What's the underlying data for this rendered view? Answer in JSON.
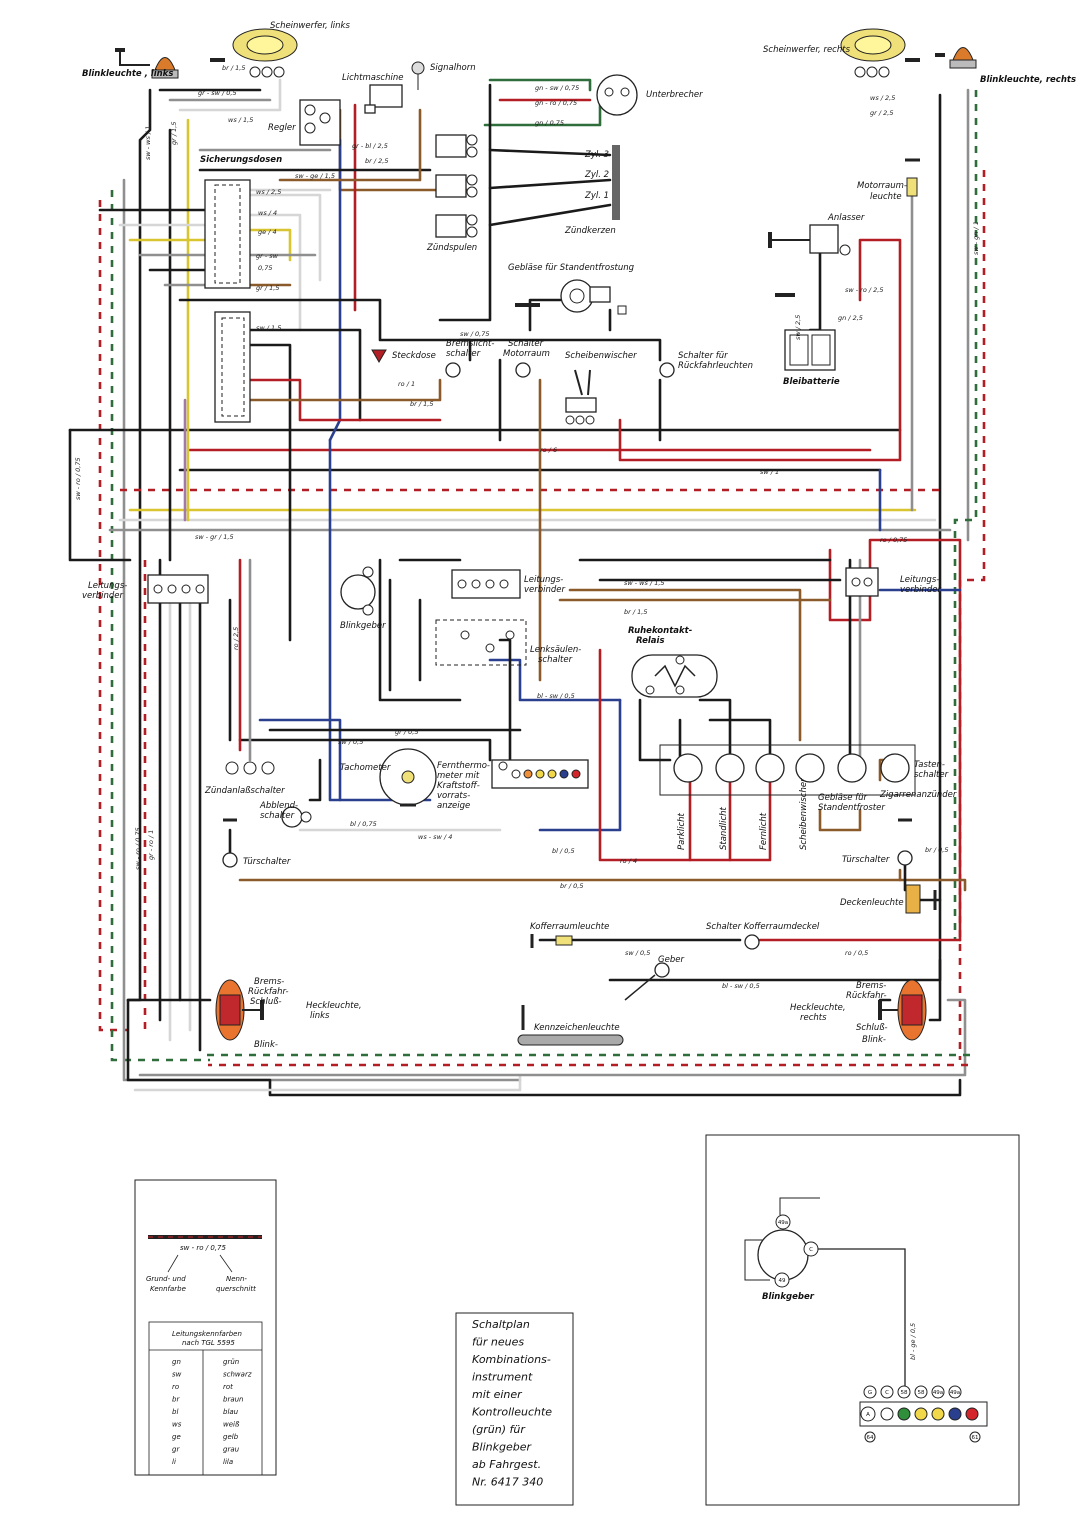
{
  "components": {
    "blinkleuchte_links": "Blinkleuchte , links",
    "scheinwerfer_links": "Scheinwerfer, links",
    "lichtmaschine": "Lichtmaschine",
    "signalhorn": "Signalhorn",
    "regler": "Regler",
    "unterbrecher": "Unterbrecher",
    "scheinwerfer_rechts": "Scheinwerfer, rechts",
    "blinkleuchte_rechts": "Blinkleuchte, rechts",
    "sicherungsdosen": "Sicherungsdosen",
    "zyl3": "Zyl. 3",
    "zyl2": "Zyl. 2",
    "zyl1": "Zyl. 1",
    "zuendkerzen": "Zündkerzen",
    "zuendspulen": "Zündspulen",
    "motorraumleuchte": "Motorraum-\nleuchte",
    "anlasser": "Anlasser",
    "geblaese_standentfrostung": "Gebläse für Standentfrostung",
    "bleibatterie": "Bleibatterie",
    "steckdose": "Steckdose",
    "bremslichtschalter": "Bremslicht-\nschalter",
    "schalter_motorraum": "Schalter\nMotorraum",
    "scheibenwischer": "Scheibenwischer",
    "schalter_rueckfahrleuchten": "Schalter für\nRückfahrleuchten",
    "leitungsverbinder": "Leitungs-\nverbinder",
    "blinkgeber": "Blinkgeber",
    "lenksaeulenschalter": "Lenksäulen-\nschalter",
    "ruhekontakt_relais": "Ruhekontakt-\nRelais",
    "tastenschalter": "Tasten-\nschalter",
    "zuendanlassschalter": "Zündanlaßschalter",
    "tachometer": "Tachometer",
    "fernthermometer": "Fernthermo-\nmeter mit\nKraftstoff-\nvorrats-\nanzeige",
    "parklicht": "Parklicht",
    "standlicht": "Standlicht",
    "fernlicht": "Fernlicht",
    "scheibenwischer_schalter": "Scheibenwischer",
    "geblaese_standentfroster": "Gebläse für\nStandentfroster",
    "zigarrenanzuender": "Zigarrenanzünder",
    "abblendschalter": "Abblend-\nschalter",
    "tuerschalter_links": "Türschalter",
    "tuerschalter_rechts": "Türschalter",
    "deckenleuchte": "Deckenleuchte",
    "kofferraumleuchte": "Kofferraumleuchte",
    "schalter_kofferraumdeckel": "Schalter  Kofferraumdeckel",
    "geber": "Geber",
    "heckleuchte_links": "Heckleuchte,\nlinks",
    "heckleuchte_links_parts": "Brems-\nRückfahr-\nSchluß-",
    "heckleuchte_links_blink": "Blink-",
    "heckleuchte_rechts": "Heckleuchte,\nrechts",
    "heckleuchte_rechts_parts": "Brems-\nRückfahr-\nSchluß-\nBlink-",
    "kennzeichenleuchte": "Kennzeichenleuchte"
  },
  "wire_labels": {
    "w1": "br / 1,5",
    "w2": "gr - sw / 0,5",
    "w3": "ws / 1,5",
    "w4": "sw - ws / 1",
    "w5": "gr / 1,5",
    "w6": "gn - sw / 0,75",
    "w7": "gn - ro / 0,75",
    "w8": "gn / 0,75",
    "w9": "gr - bl / 2,5",
    "w10": "br / 2,5",
    "w11": "sw - ge / 1,5",
    "w12": "ws / 2,5",
    "w13": "ws / 4",
    "w14": "ge / 4",
    "w15": "gr - sw",
    "w16": "0,75",
    "w17": "gr / 1,5",
    "w18": "sw / 1,5",
    "w19": "sw / 0,75",
    "w20": "ro / 1",
    "w21": "br / 1,5",
    "w22": "ro / 6",
    "w23": "sw / 1",
    "w24": "sw - ro / 2,5",
    "w25": "ws / 2,5",
    "w26": "gr / 2,5",
    "w27": "sw - gn / 1",
    "w28": "sw - ro / 0,75",
    "w29": "ro / 0,75",
    "w30": "sw - gr / 1,5",
    "w31": "ro / 2,5",
    "w32": "sw / 0,5",
    "w33": "gr / 0,5",
    "w34": "bl - sw / 0,5",
    "w35": "sw - ws / 1,5",
    "w36": "br / 1,5",
    "w37": "bl / 0,75",
    "w38": "ws - sw / 4",
    "w39": "bl / 0,5",
    "w40": "ro / 4",
    "w41": "br / 0,5",
    "w42": "sw / 0,5",
    "w43": "ro / 0,5",
    "w44": "bl - sw / 0,5",
    "w45": "sw - ro / 0,75",
    "w46": "gr - ro / 1",
    "w47": "gn / 2,5",
    "w48": "br / 0,5",
    "w49": "sw / 2,5"
  },
  "legend": {
    "sample_label": "sw - ro / 0,75",
    "grund_label": "Grund- und\nKennfarbe",
    "nenn_label": "Nenn-\nquerschnitt",
    "table_title": "Leitungskennfarben\nnach TGL 5595",
    "rows": [
      {
        "code": "gn",
        "name": "grün"
      },
      {
        "code": "sw",
        "name": "schwarz"
      },
      {
        "code": "ro",
        "name": "rot"
      },
      {
        "code": "br",
        "name": "braun"
      },
      {
        "code": "bl",
        "name": "blau"
      },
      {
        "code": "ws",
        "name": "weiß"
      },
      {
        "code": "ge",
        "name": "gelb"
      },
      {
        "code": "gr",
        "name": "grau"
      },
      {
        "code": "li",
        "name": "lila"
      }
    ]
  },
  "note": {
    "lines": [
      "Schaltplan",
      "für neues",
      "Kombinations-",
      "instrument",
      "mit einer",
      "Kontrolleuchte",
      "(grün) für",
      "Blinkgeber",
      "ab Fahrgest.",
      "Nr. 6417 340"
    ]
  },
  "inset": {
    "blinkgeber_label": "Blinkgeber",
    "wire_label": "bl - ge / 0,5",
    "pins_top": [
      "49a",
      "C"
    ],
    "pin_bottom": "49",
    "strip_top": [
      "G",
      "C",
      "58",
      "58",
      "49a",
      "49a"
    ],
    "strip_left": "A",
    "strip_bl": "64",
    "strip_br": "61"
  },
  "colors": {
    "gn": "#2f6e3a",
    "sw": "#1a1a1a",
    "ro": "#b21e24",
    "br": "#8b5a2b",
    "bl": "#2b3f8f",
    "ws": "#d6d6d6",
    "ge": "#d8c530",
    "gr": "#8f8f8f",
    "li": "#a07aa8"
  }
}
